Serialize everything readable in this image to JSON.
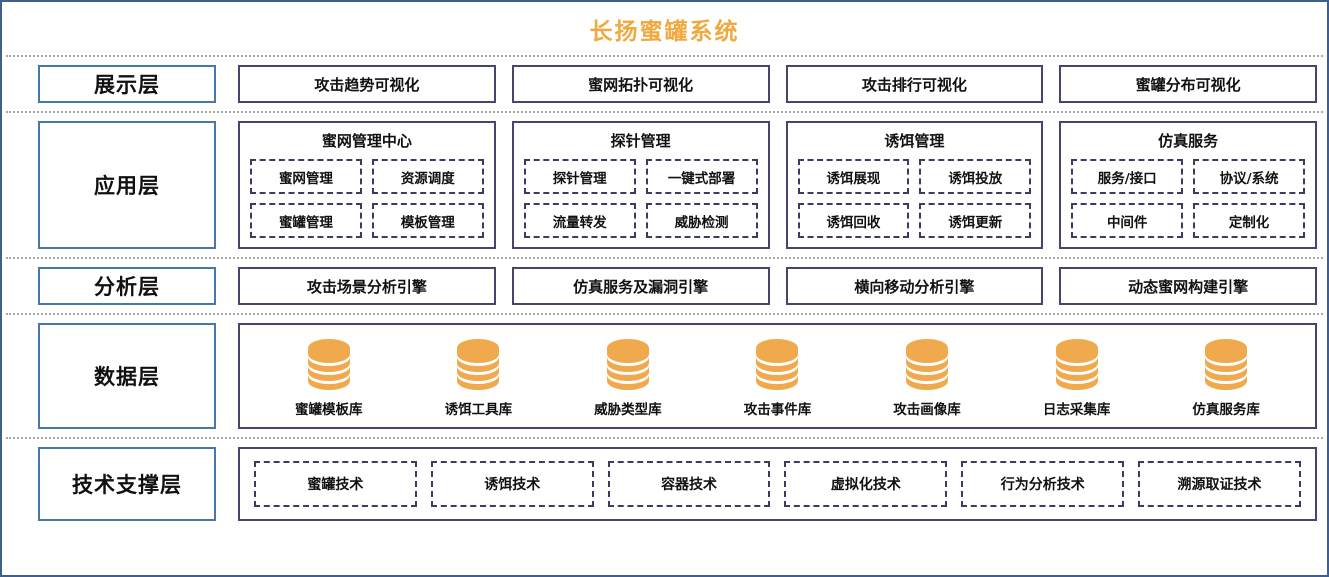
{
  "title": "长扬蜜罐系统",
  "colors": {
    "title_orange": "#f0a93f",
    "database_icon": "#f0a94c",
    "layer_label_border": "#4878a8",
    "card_border": "#45456e",
    "dashed_border": "#3b3b63",
    "frame_border": "#3f5f8f",
    "separator": "#a8a8a8"
  },
  "layers": [
    {
      "name": "展示层",
      "items": [
        {
          "label": "攻击趋势可视化"
        },
        {
          "label": "蜜网拓扑可视化"
        },
        {
          "label": "攻击排行可视化"
        },
        {
          "label": "蜜罐分布可视化"
        }
      ]
    },
    {
      "name": "应用层",
      "groups": [
        {
          "title": "蜜网管理中心",
          "chips": [
            "蜜网管理",
            "资源调度",
            "蜜罐管理",
            "模板管理"
          ]
        },
        {
          "title": "探针管理",
          "chips": [
            "探针管理",
            "一键式部署",
            "流量转发",
            "威胁检测"
          ]
        },
        {
          "title": "诱饵管理",
          "chips": [
            "诱饵展现",
            "诱饵投放",
            "诱饵回收",
            "诱饵更新"
          ]
        },
        {
          "title": "仿真服务",
          "chips": [
            "服务/接口",
            "协议/系统",
            "中间件",
            "定制化"
          ]
        }
      ]
    },
    {
      "name": "分析层",
      "items": [
        {
          "label": "攻击场景分析引擎"
        },
        {
          "label": "仿真服务及漏洞引擎"
        },
        {
          "label": "横向移动分析引擎"
        },
        {
          "label": "动态蜜网构建引擎"
        }
      ]
    },
    {
      "name": "数据层",
      "databases": [
        {
          "label": "蜜罐模板库",
          "icon": "database-icon"
        },
        {
          "label": "诱饵工具库",
          "icon": "database-icon"
        },
        {
          "label": "威胁类型库",
          "icon": "database-icon"
        },
        {
          "label": "攻击事件库",
          "icon": "database-icon"
        },
        {
          "label": "攻击画像库",
          "icon": "database-icon"
        },
        {
          "label": "日志采集库",
          "icon": "database-icon"
        },
        {
          "label": "仿真服务库",
          "icon": "database-icon"
        }
      ]
    },
    {
      "name": "技术支撑层",
      "items": [
        {
          "label": "蜜罐技术"
        },
        {
          "label": "诱饵技术"
        },
        {
          "label": "容器技术"
        },
        {
          "label": "虚拟化技术"
        },
        {
          "label": "行为分析技术"
        },
        {
          "label": "溯源取证技术"
        }
      ]
    }
  ]
}
